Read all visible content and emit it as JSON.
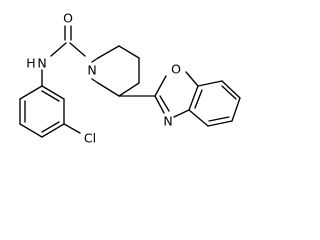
{
  "molecule": {
    "atoms": {
      "carbonyl_oxygen": "O",
      "amide_nitrogen": "N",
      "amide_hydrogen": "H",
      "ring_nitrogen": "N",
      "benzoxazole_oxygen": "O",
      "benzoxazole_nitrogen": "N",
      "chlorine": "Cl"
    },
    "colors": {
      "bond": "#000000",
      "label": "#000000",
      "background": "#ffffff"
    }
  }
}
